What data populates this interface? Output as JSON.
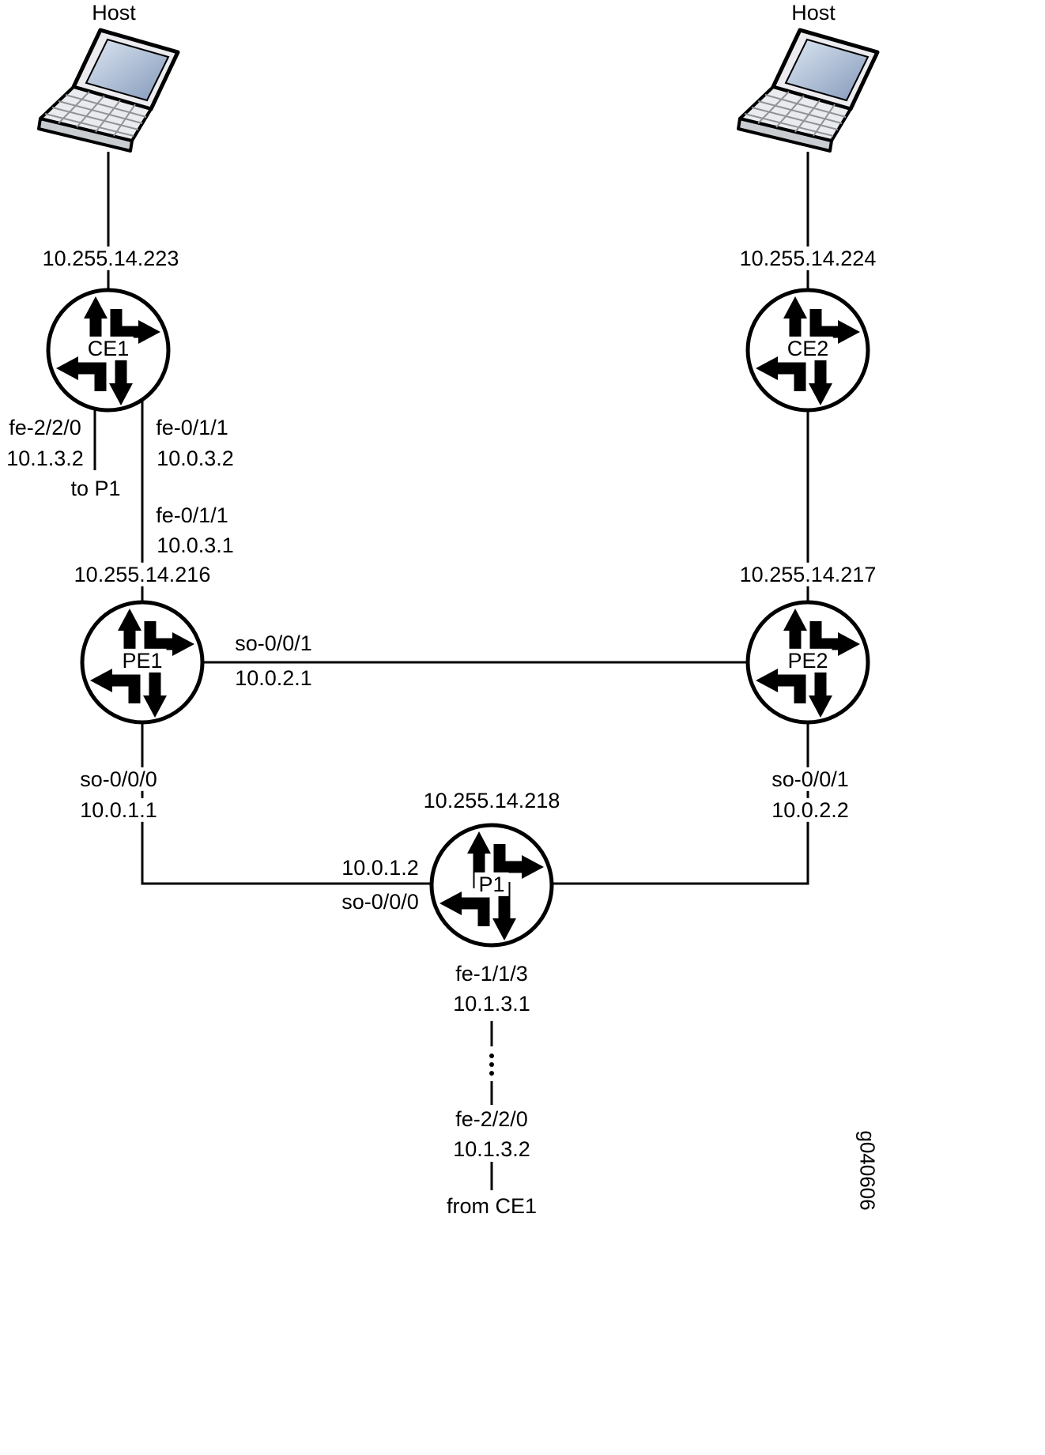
{
  "colors": {
    "line": "#000000",
    "router_fill": "#ffffff",
    "screen_gradient_top": "#dde7f2",
    "screen_gradient_bottom": "#8398ba"
  },
  "watermark": "g040606",
  "nodes": {
    "host_left": {
      "label": "Host"
    },
    "host_right": {
      "label": "Host"
    },
    "ce1": {
      "name": "CE1",
      "address": "10.255.14.223"
    },
    "ce2": {
      "name": "CE2",
      "address": "10.255.14.224"
    },
    "pe1": {
      "name": "PE1",
      "address": "10.255.14.216"
    },
    "pe2": {
      "name": "PE2",
      "address": "10.255.14.217"
    },
    "p1": {
      "name": "P1",
      "address": "10.255.14.218"
    }
  },
  "links": {
    "ce1_to_p1": {
      "interface": "fe-2/2/0",
      "ip": "10.1.3.2",
      "note": "to P1"
    },
    "ce1_to_pe1": {
      "interface": "fe-0/1/1",
      "ip": "10.0.3.2"
    },
    "pe1_to_ce1": {
      "interface": "fe-0/1/1",
      "ip": "10.0.3.1"
    },
    "pe1_to_pe2": {
      "interface": "so-0/0/1",
      "ip": "10.0.2.1"
    },
    "pe1_to_p1": {
      "interface": "so-0/0/0",
      "ip": "10.0.1.1"
    },
    "pe2_to_p1": {
      "interface": "so-0/0/1",
      "ip": "10.0.2.2"
    },
    "p1_to_pe1": {
      "interface": "so-0/0/0",
      "ip": "10.0.1.2"
    },
    "p1_to_ce1_upper": {
      "interface": "fe-1/1/3",
      "ip": "10.1.3.1"
    },
    "p1_to_ce1_lower": {
      "interface": "fe-2/2/0",
      "ip": "10.1.3.2",
      "note": "from CE1"
    }
  }
}
